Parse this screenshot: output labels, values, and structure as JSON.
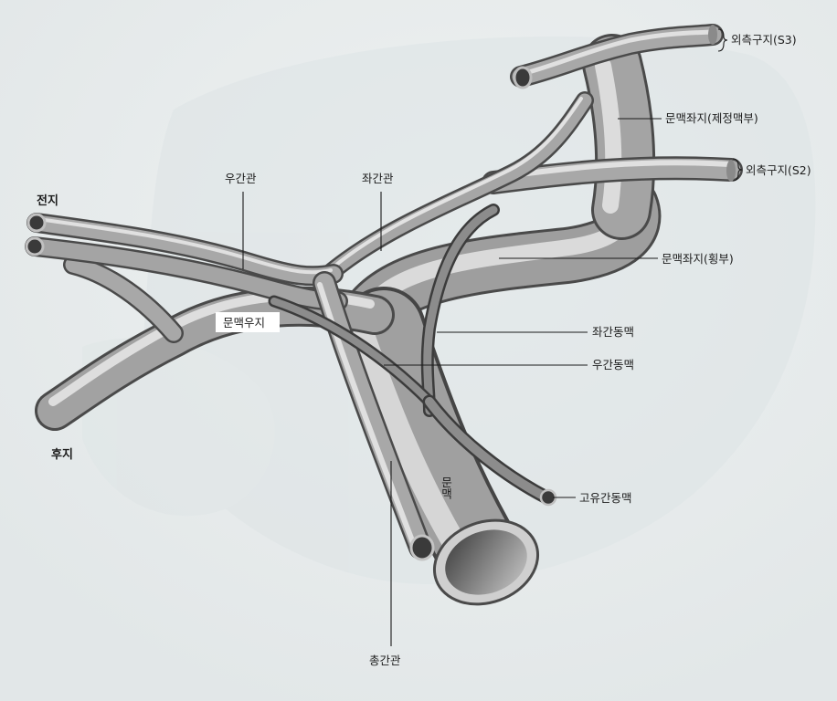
{
  "labels": {
    "anterior_branch": "전지",
    "posterior_branch": "후지",
    "right_hepatic_duct": "우간관",
    "left_hepatic_duct": "좌간관",
    "lateral_segment_branch_s3": "외측구지(S3)",
    "lateral_segment_branch_s2": "외측구지(S2)",
    "portal_left_umbilical": "문맥좌지(제정맥부)",
    "portal_left_transverse": "문맥좌지(횡부)",
    "portal_right_branch": "문맥우지",
    "left_hepatic_artery": "좌간동맥",
    "right_hepatic_artery": "우간동맥",
    "proper_hepatic_artery": "고유간동맥",
    "portal_vein": "문맥",
    "common_hepatic_duct": "총간관"
  }
}
